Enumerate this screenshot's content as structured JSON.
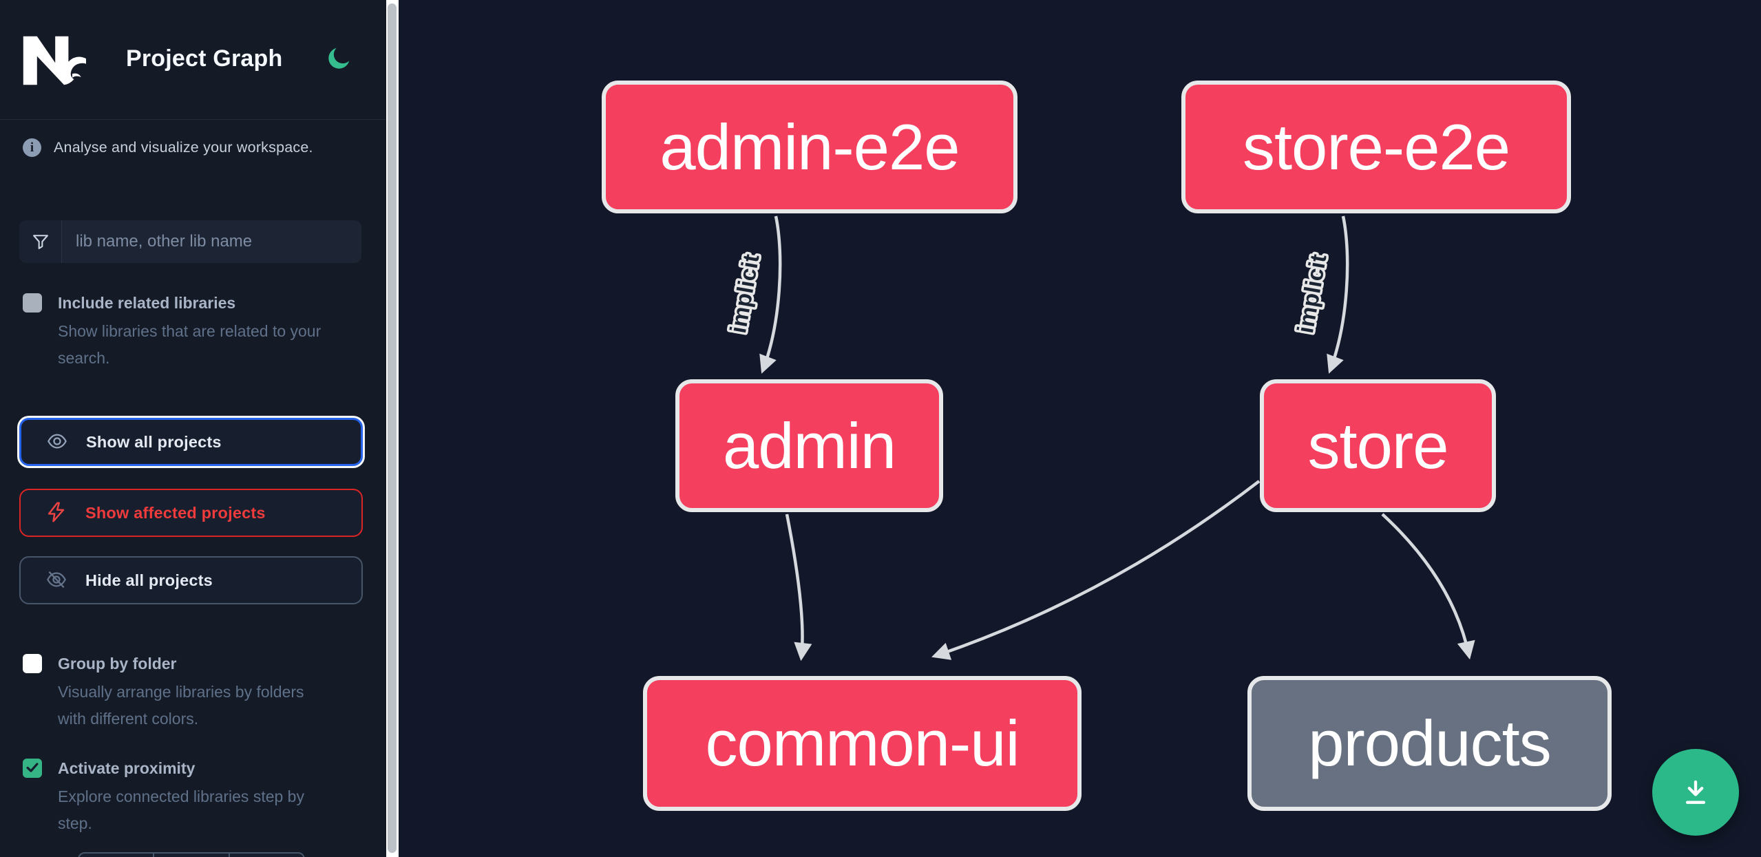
{
  "header": {
    "title": "Project Graph",
    "logo": "nx-logo",
    "theme_icon": "moon-icon"
  },
  "sidebar": {
    "tagline": "Analyse and visualize your workspace.",
    "search": {
      "placeholder": "lib name, other lib name",
      "value": "",
      "icon": "funnel-filter-icon"
    },
    "checkboxes": [
      {
        "id": "include-related",
        "label": "Include related libraries",
        "description": "Show libraries that are related to your search.",
        "checked": false
      },
      {
        "id": "group-by-folder",
        "label": "Group by folder",
        "description": "Visually arrange libraries by folders with different colors.",
        "checked": false
      },
      {
        "id": "activate-proximity",
        "label": "Activate proximity",
        "description": "Explore connected libraries step by step.",
        "checked": true
      }
    ],
    "buttons": [
      {
        "id": "show-all-projects",
        "label": "Show all projects",
        "icon": "eye-icon"
      },
      {
        "id": "show-affected-projects",
        "label": "Show affected projects",
        "icon": "lightning-bolt-icon"
      },
      {
        "id": "hide-all-projects",
        "label": "Hide all projects",
        "icon": "eye-off-icon"
      }
    ]
  },
  "graph": {
    "nodes": [
      {
        "id": "admin-e2e",
        "label": "admin-e2e",
        "type": "affected"
      },
      {
        "id": "store-e2e",
        "label": "store-e2e",
        "type": "affected"
      },
      {
        "id": "admin",
        "label": "admin",
        "type": "affected"
      },
      {
        "id": "store",
        "label": "store",
        "type": "affected"
      },
      {
        "id": "common-ui",
        "label": "common-ui",
        "type": "affected"
      },
      {
        "id": "products",
        "label": "products",
        "type": "unaffected"
      }
    ],
    "edges": [
      {
        "from": "admin-e2e",
        "to": "admin",
        "label": "implicit"
      },
      {
        "from": "store-e2e",
        "to": "store",
        "label": "implicit"
      },
      {
        "from": "admin",
        "to": "common-ui",
        "label": ""
      },
      {
        "from": "store",
        "to": "common-ui",
        "label": ""
      },
      {
        "from": "store",
        "to": "products",
        "label": ""
      }
    ]
  },
  "fab": {
    "icon": "download-icon"
  },
  "colors": {
    "accent_pink": "#f43f5e",
    "node_gray": "#687181",
    "node_border": "#e6e8ea",
    "edge": "#d6d9dd",
    "blue_focus": "#2563eb",
    "red_accent": "#ef4444",
    "red_border": "#dc2626",
    "green_check": "#35b586",
    "green_moon": "#35bd90",
    "fab_green": "#2bb98a",
    "sidebar_bg": "#151a27",
    "canvas_bg": "#121829"
  }
}
